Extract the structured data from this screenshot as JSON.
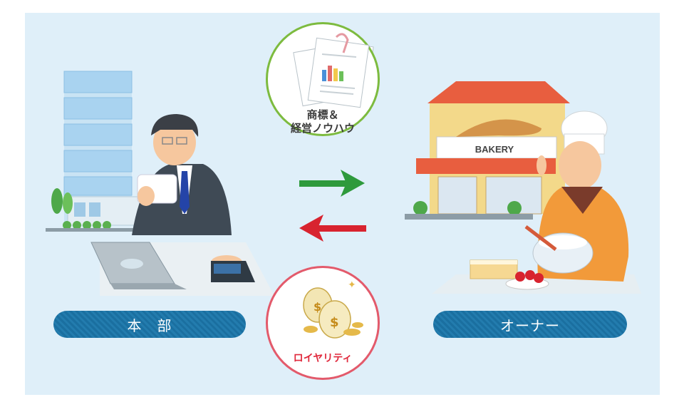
{
  "diagram": {
    "headquarters_label": "本　部",
    "owner_label": "オーナー",
    "provided_top": "商標＆",
    "provided_bottom": "経営ノウハウ",
    "paid_label": "ロイヤリティ",
    "bakery_sign": "BAKERY"
  },
  "colors": {
    "background": "#dfeff9",
    "pill": "#1a6fa0",
    "arrow_right": "#2e9a3c",
    "arrow_left": "#d8232f",
    "circle_top_border": "#7dbb3f",
    "circle_bottom_border": "#e35a6b"
  },
  "icons": [
    "office-building-icon",
    "businessman-icon",
    "laptop-icon",
    "documents-icon",
    "money-bags-icon",
    "bakery-shop-icon",
    "chef-icon",
    "cake-icon",
    "arrow-right-icon",
    "arrow-left-icon"
  ]
}
